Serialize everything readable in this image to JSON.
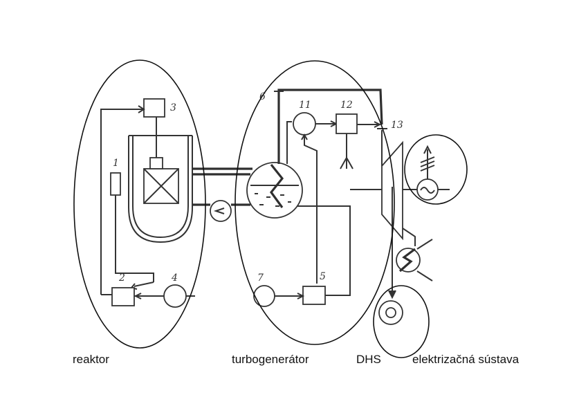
{
  "captions": {
    "reactor": "reaktor",
    "turbogenerator": "turbogenerátor",
    "dhs": "DHS",
    "grid": "elektrizačná sústava"
  },
  "component_numbers": [
    "1",
    "2",
    "3",
    "4",
    "5",
    "6",
    "7",
    "11",
    "12",
    "13"
  ],
  "colors": {
    "line": "#333333",
    "oval": "#111111",
    "background": "#ffffff"
  }
}
